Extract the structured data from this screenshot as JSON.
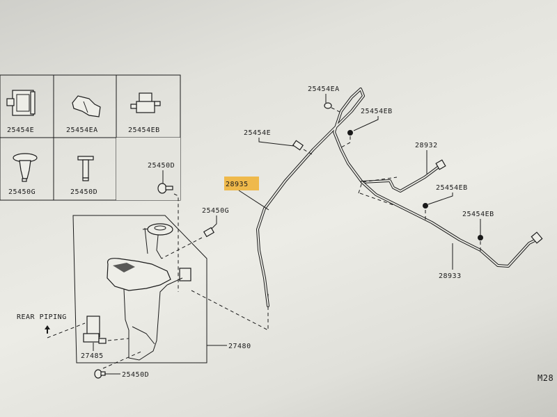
{
  "legend_box": {
    "cells": [
      {
        "part": "25454E",
        "icon": "clip-25454e-icon"
      },
      {
        "part": "25454EA",
        "icon": "clip-25454ea-icon"
      },
      {
        "part": "25454EB",
        "icon": "clip-25454eb-icon"
      },
      {
        "part": "25450G",
        "icon": "grommet-clip-icon"
      },
      {
        "part": "25450D",
        "icon": "screw-clip-icon"
      }
    ]
  },
  "callouts": {
    "clip_25450d_top": "25450D",
    "clip_25450g": "25450G",
    "hose_28935": "28935",
    "clip_25454e": "25454E",
    "clip_25454ea": "25454EA",
    "clip_25454eb_1": "25454EB",
    "hose_28932": "28932",
    "clip_25454eb_2": "25454EB",
    "clip_25454eb_3": "25454EB",
    "hose_28933": "28933",
    "rear_piping": "REAR PIPING",
    "pump_27485": "27485",
    "tank_27480": "27480",
    "clip_25450d_bottom": "25450D"
  },
  "highlight_color": "#f0b030",
  "page_code": "M28"
}
